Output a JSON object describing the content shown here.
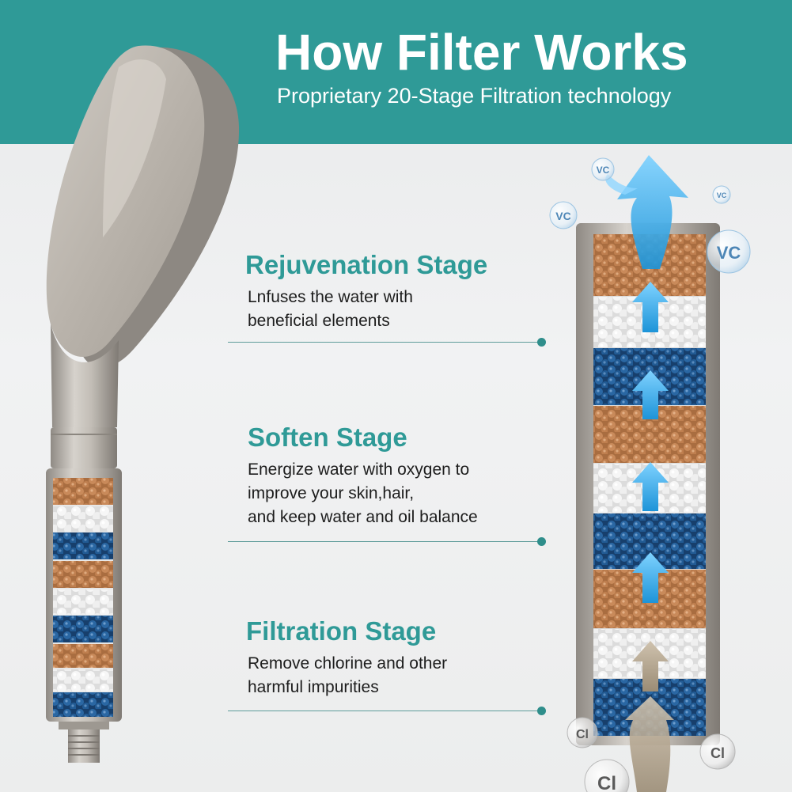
{
  "header": {
    "title": "How Filter Works",
    "subtitle": "Proprietary 20-Stage Filtration technology"
  },
  "stages": [
    {
      "title": "Rejuvenation Stage",
      "desc": [
        "Lnfuses the water with",
        "beneficial elements"
      ]
    },
    {
      "title": "Soften Stage",
      "desc": [
        "Energize water with oxygen to",
        "improve your skin,hair,",
        "and keep water and oil balance"
      ]
    },
    {
      "title": "Filtration Stage",
      "desc": [
        "Remove chlorine and other",
        "harmful impurities"
      ]
    }
  ],
  "bubbles": {
    "vc": "VC",
    "cl": "Cl"
  },
  "colors": {
    "teal": "#2f9a97",
    "brown_beads": "#b87a4c",
    "white_beads": "#f4f4f4",
    "blue_beads": "#245f98",
    "arrow_blue": "#2ea6e6",
    "arrow_beige": "#b8a890"
  },
  "icons": [
    "shower-head-icon",
    "filter-cartridge-icon",
    "water-flow-arrow-icon",
    "vitamin-c-bubble-icon",
    "chlorine-bubble-icon"
  ]
}
